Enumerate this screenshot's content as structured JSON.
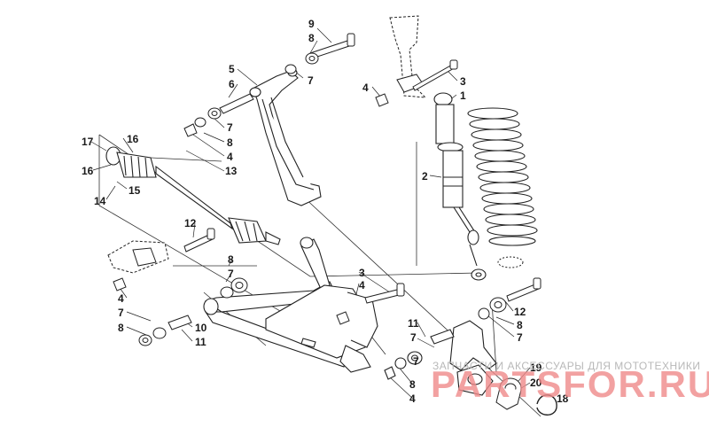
{
  "diagram": {
    "callouts": [
      {
        "id": "c1",
        "text": "9"
      },
      {
        "id": "c2",
        "text": "8"
      },
      {
        "id": "c3",
        "text": "5"
      },
      {
        "id": "c4",
        "text": "6"
      },
      {
        "id": "c5",
        "text": "7"
      },
      {
        "id": "c6",
        "text": "7"
      },
      {
        "id": "c7",
        "text": "8"
      },
      {
        "id": "c8",
        "text": "4"
      },
      {
        "id": "c9",
        "text": "17"
      },
      {
        "id": "c10",
        "text": "16"
      },
      {
        "id": "c11",
        "text": "16"
      },
      {
        "id": "c12",
        "text": "15"
      },
      {
        "id": "c13",
        "text": "14"
      },
      {
        "id": "c14",
        "text": "13"
      },
      {
        "id": "c15",
        "text": "12"
      },
      {
        "id": "c16",
        "text": "4"
      },
      {
        "id": "c17",
        "text": "3"
      },
      {
        "id": "c18",
        "text": "1"
      },
      {
        "id": "c19",
        "text": "2"
      },
      {
        "id": "c20",
        "text": "8"
      },
      {
        "id": "c21",
        "text": "7"
      },
      {
        "id": "c22",
        "text": "4"
      },
      {
        "id": "c23",
        "text": "7"
      },
      {
        "id": "c24",
        "text": "8"
      },
      {
        "id": "c25",
        "text": "10"
      },
      {
        "id": "c26",
        "text": "11"
      },
      {
        "id": "c27",
        "text": "3"
      },
      {
        "id": "c28",
        "text": "4"
      },
      {
        "id": "c29",
        "text": "11"
      },
      {
        "id": "c30",
        "text": "7"
      },
      {
        "id": "c31",
        "text": "7"
      },
      {
        "id": "c32",
        "text": "8"
      },
      {
        "id": "c33",
        "text": "4"
      },
      {
        "id": "c34",
        "text": "12"
      },
      {
        "id": "c35",
        "text": "8"
      },
      {
        "id": "c36",
        "text": "7"
      },
      {
        "id": "c37",
        "text": "19"
      },
      {
        "id": "c38",
        "text": "20"
      },
      {
        "id": "c39",
        "text": "18"
      }
    ]
  },
  "watermark": {
    "caption": "ЗАПЧАСТИ И АКСЕССУАРЫ ДЛЯ МОТОТЕХНИКИ",
    "brand": "PARTSFOR.RU"
  },
  "colors": {
    "line": "#222222",
    "watermark_brand": "#ef8a8a",
    "watermark_caption": "#b8b8b8"
  }
}
